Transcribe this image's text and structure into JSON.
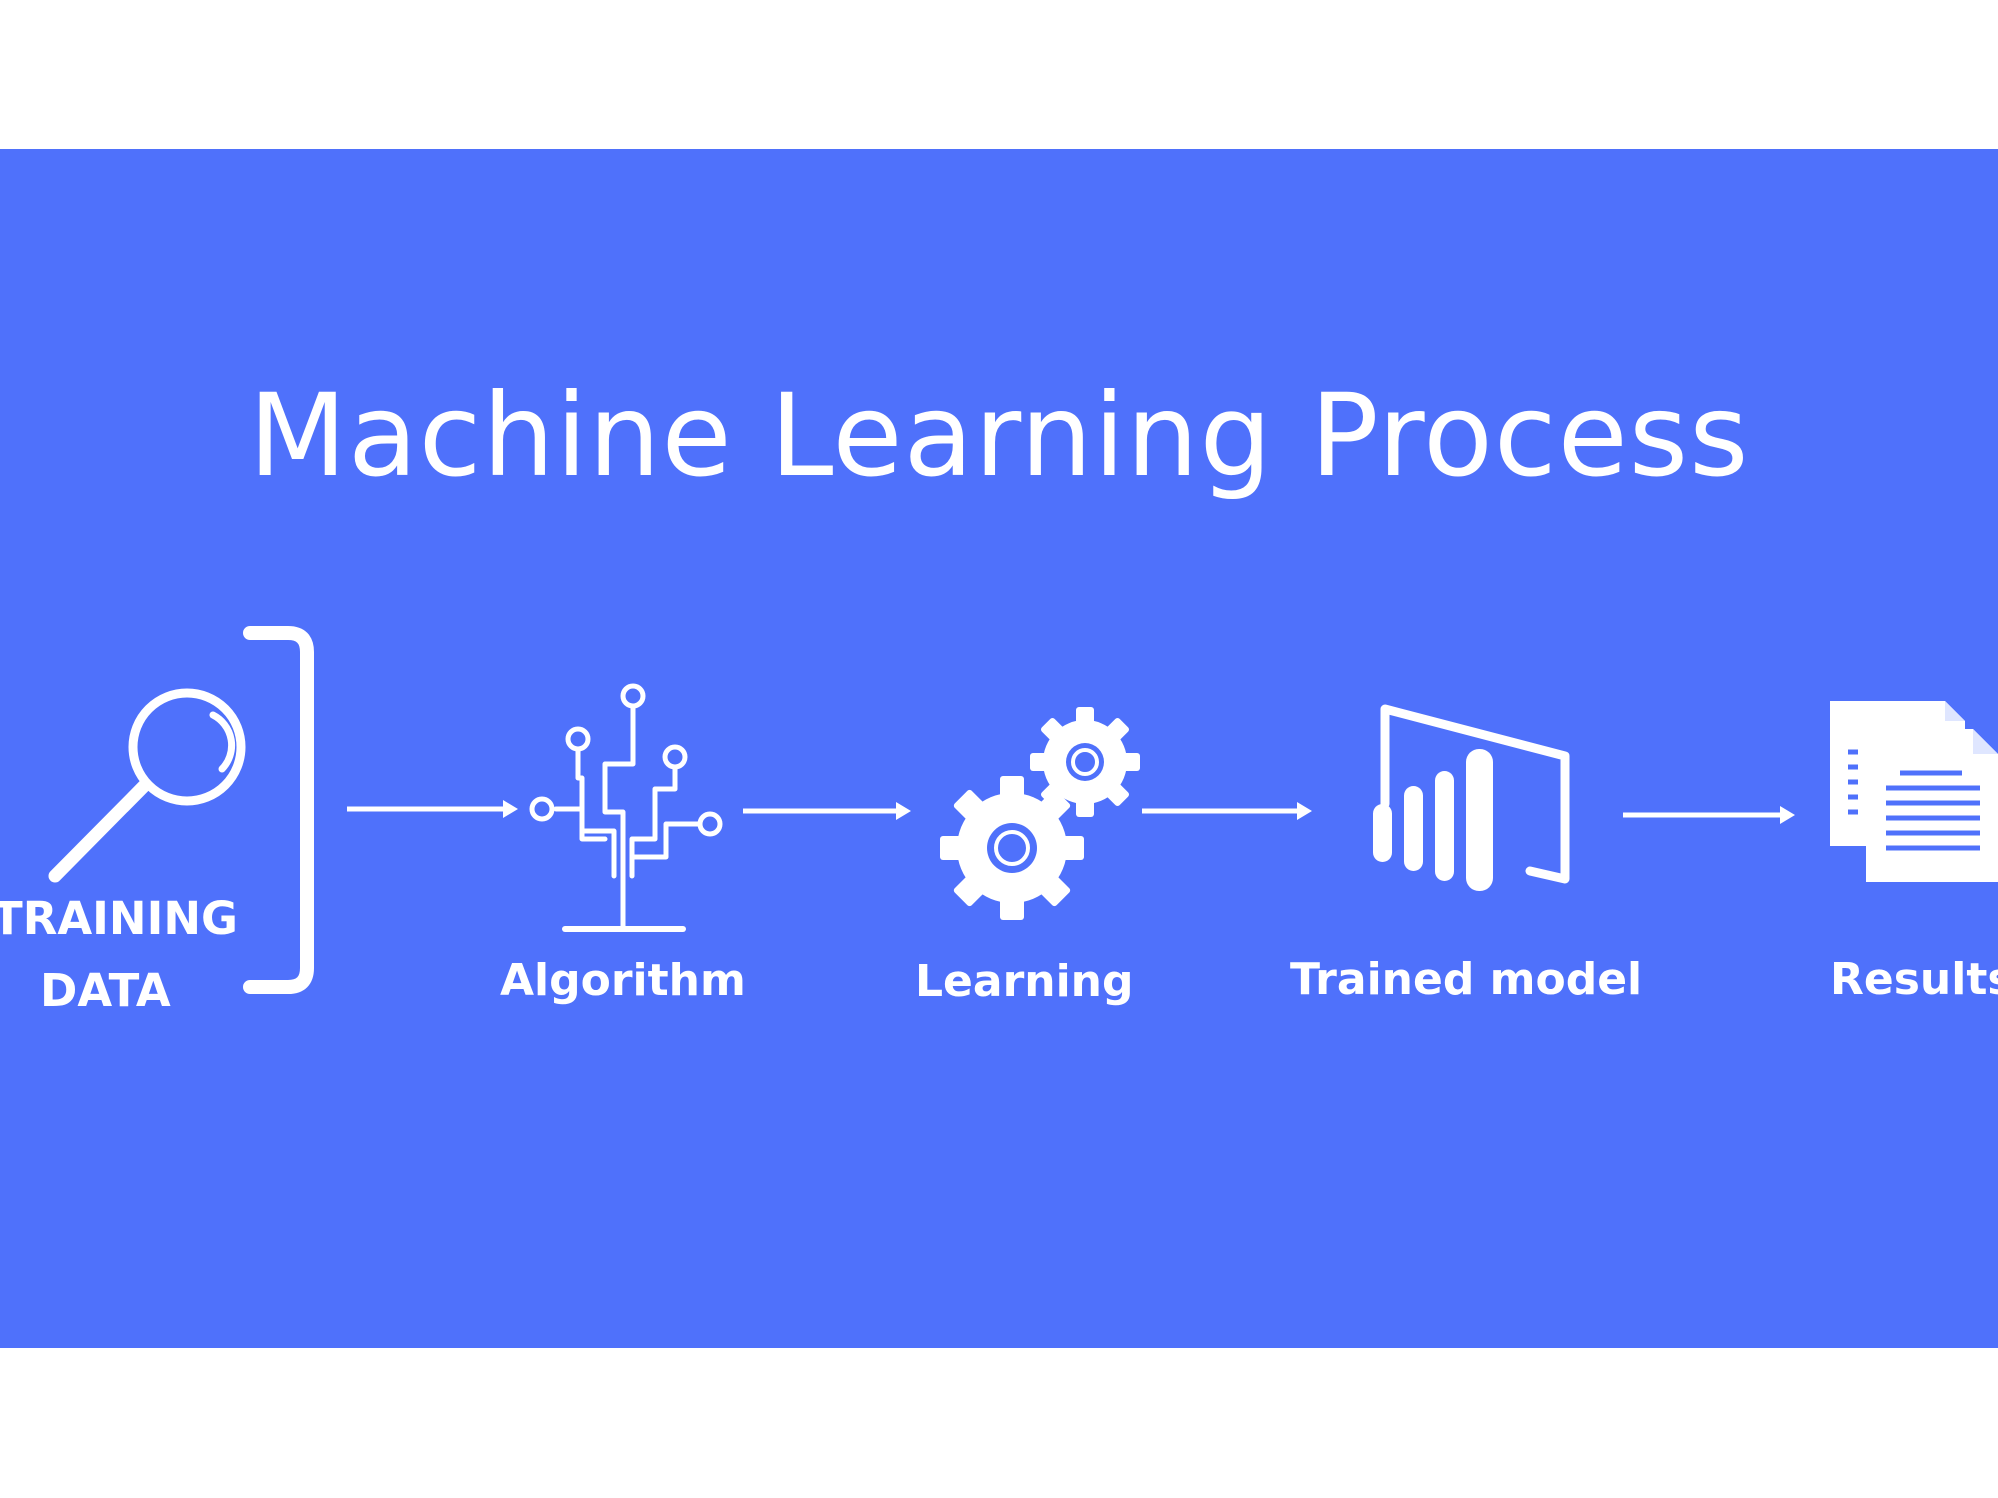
{
  "title": "Machine Learning Process",
  "colors": {
    "banner_background": "#4f71fb",
    "foreground": "#ffffff",
    "document_lines": "#4f71fb",
    "page_background": "#ffffff"
  },
  "steps": [
    {
      "label_line1": "TRAINING",
      "label_line2": "DATA",
      "icon": "magnifier-icon"
    },
    {
      "label": "Algorithm",
      "icon": "circuit-tree-icon"
    },
    {
      "label": "Learning",
      "icon": "gears-icon"
    },
    {
      "label": "Trained model",
      "icon": "bar-chart-icon"
    },
    {
      "label": "Results",
      "icon": "documents-icon"
    }
  ],
  "connectors": [
    "arrow-right-icon",
    "arrow-right-icon",
    "arrow-right-icon",
    "arrow-right-icon"
  ]
}
